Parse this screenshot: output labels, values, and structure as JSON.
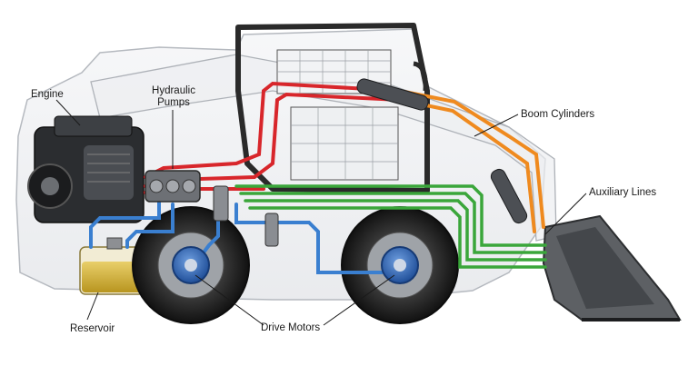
{
  "labels": {
    "engine": "Engine",
    "hydraulic_pumps_line1": "Hydraulic",
    "hydraulic_pumps_line2": "Pumps",
    "boom_cylinders": "Boom Cylinders",
    "auxiliary_lines": "Auxiliary Lines",
    "reservoir": "Reservoir",
    "drive_motors": "Drive Motors"
  },
  "colors": {
    "pressure_line": "#d8262b",
    "return_line": "#3a7fd0",
    "auxiliary_line": "#3aa63a",
    "boom_line": "#ef8a1f",
    "reservoir_fluid": "#d8b84a",
    "drive_motor": "#2f63b0",
    "tire": "#1f1f1f",
    "body_outline": "#bfc3c8"
  }
}
